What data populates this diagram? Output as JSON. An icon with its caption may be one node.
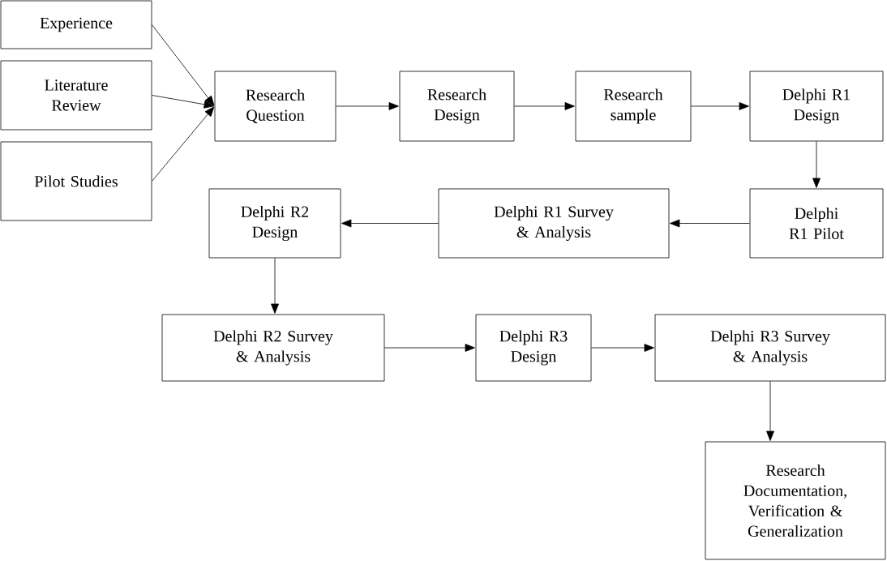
{
  "diagram": {
    "nodes": [
      {
        "text": [
          "Experience"
        ]
      },
      {
        "text": [
          "Literature Review"
        ]
      },
      {
        "text": [
          "Pilot Studies"
        ]
      },
      {
        "text": [
          "Research Question"
        ]
      },
      {
        "text": [
          "Research Design"
        ]
      },
      {
        "text": [
          "Research sample"
        ]
      },
      {
        "text": [
          "Delphi R1 Design"
        ]
      },
      {
        "text": [
          "Delphi R1 Pilot"
        ]
      },
      {
        "text": [
          "Delphi R1 Survey & Analysis"
        ]
      },
      {
        "text": [
          "Delphi R2 Design"
        ]
      },
      {
        "text": [
          "Delphi R2 Survey & Analysis"
        ]
      },
      {
        "text": [
          "Delphi R3 Design"
        ]
      },
      {
        "text": [
          "Delphi R3 Survey & Analysis"
        ]
      },
      {
        "text": [
          "Research Documentation, Verification & Generalization"
        ]
      }
    ],
    "edges": [
      {
        "from": 0,
        "to": 3,
        "arrow": "to"
      },
      {
        "from": 1,
        "to": 3,
        "arrow": "to"
      },
      {
        "from": 2,
        "to": 3,
        "arrow": "to"
      },
      {
        "from": 3,
        "to": 4,
        "arrow": "to"
      },
      {
        "from": 4,
        "to": 5,
        "arrow": "to"
      },
      {
        "from": 5,
        "to": 6,
        "arrow": "to"
      },
      {
        "from": 6,
        "to": 7,
        "arrow": "to"
      },
      {
        "from": 7,
        "to": 8,
        "arrow": "to"
      },
      {
        "from": 8,
        "to": 9,
        "arrow": "to"
      },
      {
        "from": 9,
        "to": 10,
        "arrow": "to"
      },
      {
        "from": 10,
        "to": 11,
        "arrow": "to"
      },
      {
        "from": 11,
        "to": 12,
        "arrow": "to"
      },
      {
        "from": 12,
        "to": 13,
        "arrow": "to"
      }
    ]
  }
}
